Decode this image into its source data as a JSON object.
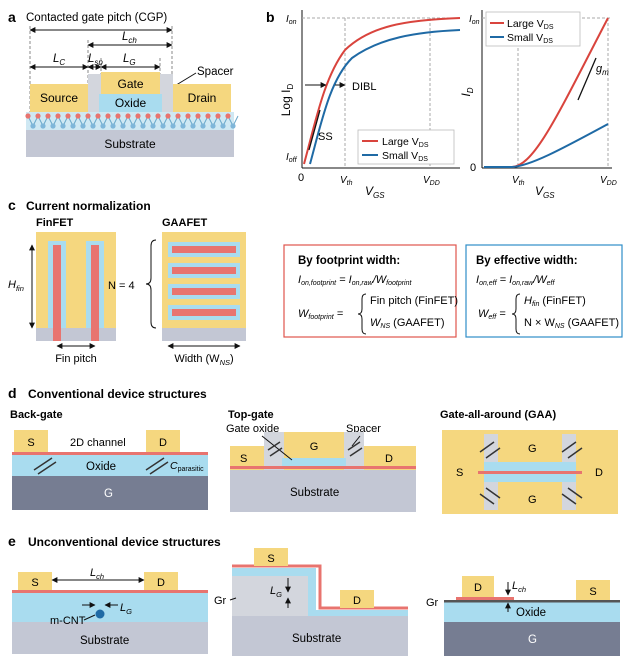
{
  "panel_a": {
    "letter": "a",
    "cgp": "Contacted gate pitch (CGP)",
    "l_ch": "L",
    "l_ch_sub": "ch",
    "l_c": "L",
    "l_c_sub": "C",
    "l_sp": "L",
    "l_sp_sub": "sp",
    "l_g": "L",
    "l_g_sub": "G",
    "spacer": "Spacer",
    "source": "Source",
    "gate": "Gate",
    "drain": "Drain",
    "oxide": "Oxide",
    "substrate": "Substrate"
  },
  "panel_b": {
    "letter": "b",
    "left": {
      "ion": "I",
      "ion_sub": "on",
      "ioff": "I",
      "ioff_sub": "off",
      "ylabel": "Log I",
      "ylabel_sub": "D",
      "zero": "0",
      "vth": "V",
      "vth_sub": "th",
      "vdd": "V",
      "vdd_sub": "DD",
      "xlabel": "V",
      "xlabel_sub": "GS",
      "dibl": "DIBL",
      "ss": "SS",
      "legend_large": "Large V",
      "legend_large_sub": "DS",
      "legend_small": "Small V",
      "legend_small_sub": "DS"
    },
    "right": {
      "ion": "I",
      "ion_sub": "on",
      "ylabel": "I",
      "ylabel_sub": "D",
      "zero": "0",
      "vth": "V",
      "vth_sub": "th",
      "vdd": "V",
      "vdd_sub": "DD",
      "xlabel": "V",
      "xlabel_sub": "GS",
      "gm": "g",
      "gm_sub": "m",
      "legend_large": "Large V",
      "legend_large_sub": "DS",
      "legend_small": "Small V",
      "legend_small_sub": "DS"
    }
  },
  "panel_c": {
    "letter": "c",
    "title": "Current normalization",
    "finfet": "FinFET",
    "gaafet": "GAAFET",
    "hfin": "H",
    "hfin_sub": "fin",
    "n4": "N = 4",
    "fin_pitch": "Fin pitch",
    "width": "Width (W",
    "width_sub": "NS",
    "width_close": ")",
    "fp_title": "By footprint width:",
    "fp_eq1_i": "I",
    "fp_eq1_isub": "on,footprint",
    "fp_eq1_eq": " = I",
    "fp_eq1_rsub": "on,raw",
    "fp_eq1_w": "/W",
    "fp_eq1_wsub": "footprint",
    "fp_w": "W",
    "fp_wsub": "footprint",
    "fp_eq": " =",
    "fp_opt1": "Fin pitch (FinFET)",
    "fp_opt2_w": "W",
    "fp_opt2_sub": "NS",
    "fp_opt2_rest": " (GAAFET)",
    "ef_title": "By effective width:",
    "ef_eq1_i": "I",
    "ef_eq1_isub": "on,eff",
    "ef_eq1_eq": " = I",
    "ef_eq1_rsub": "on,raw",
    "ef_eq1_w": "/W",
    "ef_eq1_wsub": "eff",
    "ef_w": "W",
    "ef_wsub": "eff",
    "ef_eq": " =",
    "ef_opt1_h": "H",
    "ef_opt1_sub": "fin",
    "ef_opt1_rest": " (FinFET)",
    "ef_opt2_a": "N × W",
    "ef_opt2_sub": "NS",
    "ef_opt2_rest": " (GAAFET)"
  },
  "panel_d": {
    "letter": "d",
    "title": "Conventional device structures",
    "backgate": "Back-gate",
    "topgate": "Top-gate",
    "gaa": "Gate-all-around (GAA)",
    "channel": "2D channel",
    "oxide": "Oxide",
    "cpar": "C",
    "cpar_sub": "parasitic",
    "s": "S",
    "d": "D",
    "g": "G",
    "gate_oxide": "Gate oxide",
    "spacer": "Spacer",
    "substrate": "Substrate"
  },
  "panel_e": {
    "letter": "e",
    "title": "Unconventional device structures",
    "s": "S",
    "d": "D",
    "g": "G",
    "lch": "L",
    "lch_sub": "ch",
    "lg": "L",
    "lg_sub": "G",
    "mcnt": "m-CNT",
    "gr": "Gr",
    "oxide": "Oxide",
    "substrate": "Substrate"
  },
  "colors": {
    "contact": "#f5d77f",
    "oxide": "#a9dcef",
    "substrate": "#c3c7d4",
    "gate_dark": "#767d92",
    "channel": "#e8746f",
    "large_vds": "#d9443d",
    "small_vds": "#1f6aa5",
    "spacer": "#d3d6dd",
    "fp_box": "#e0554d",
    "ef_box": "#2f8ec8"
  }
}
